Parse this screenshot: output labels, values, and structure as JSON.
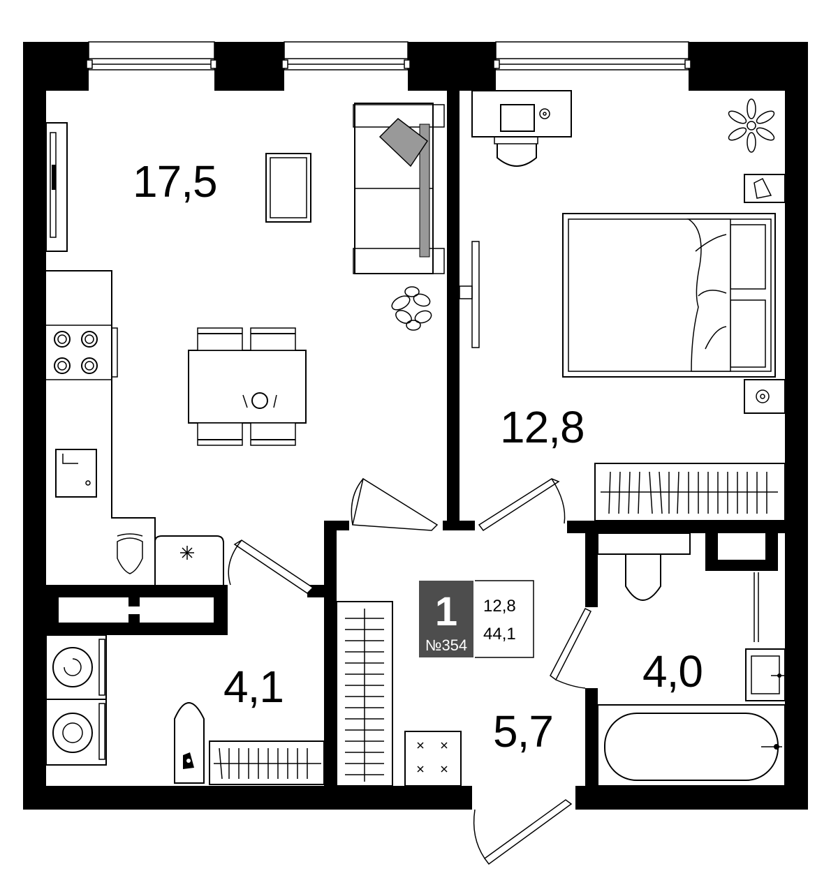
{
  "rooms": [
    {
      "name": "living-kitchen",
      "area": "17,5"
    },
    {
      "name": "bedroom",
      "area": "12,8"
    },
    {
      "name": "storage",
      "area": "4,1"
    },
    {
      "name": "hallway",
      "area": "5,7"
    },
    {
      "name": "bathroom",
      "area": "4,0"
    }
  ],
  "apartment": {
    "rooms_count": "1",
    "number": "№354",
    "living_area": "12,8",
    "total_area": "44,1"
  },
  "colors": {
    "wall": "#000000",
    "badge": "#4d4d4d",
    "pillow": "#999999"
  }
}
